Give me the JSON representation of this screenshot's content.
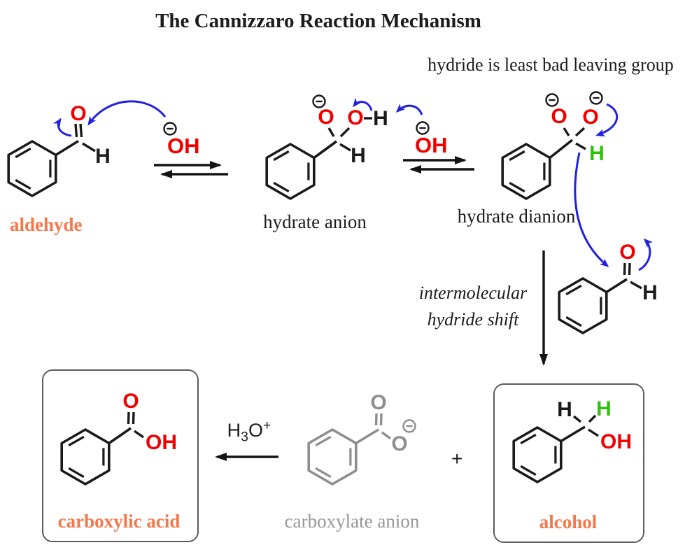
{
  "title": "The Cannizzaro Reaction Mechanism",
  "annotation": "hydride is least bad leaving group",
  "step": {
    "line1": "intermolecular",
    "line2": "hydride shift"
  },
  "plus": "+",
  "hydronium": {
    "h": "H",
    "sub": "3",
    "o": "O",
    "sup": "+"
  },
  "hydroxide": {
    "symbol": "OH",
    "charge_symbol": "⊖"
  },
  "colors": {
    "bond_black": "#1a1a1a",
    "oxygen_red": "#f20000",
    "hydride_green": "#2ec10c",
    "arrow_blue": "#2222de",
    "spectator_gray": "#8e8e8e",
    "label_orange": "#f4784b"
  },
  "molecules": {
    "aldehyde": {
      "name": "aldehyde",
      "atoms": {
        "o": "O",
        "h": "H"
      }
    },
    "hydrate_anion": {
      "name": "hydrate anion",
      "atoms": {
        "o1": "O",
        "o2": "O",
        "h_oh": "H",
        "h_c": "H"
      },
      "charge_symbol": "⊖"
    },
    "hydrate_dianion": {
      "name": "hydrate dianion",
      "atoms": {
        "o1": "O",
        "o2": "O",
        "h": "H"
      },
      "charge_symbol": "⊖"
    },
    "benzaldehyde2": {
      "atoms": {
        "o": "O",
        "h": "H"
      }
    },
    "carboxylic_acid": {
      "name": "carboxylic acid",
      "atoms": {
        "o": "O",
        "oh": "OH"
      }
    },
    "carboxylate_anion": {
      "name": "carboxylate anion",
      "atoms": {
        "o1": "O",
        "o2": "O"
      },
      "charge_symbol": "⊖"
    },
    "alcohol": {
      "name": "alcohol",
      "atoms": {
        "h1": "H",
        "h2": "H",
        "oh": "OH"
      }
    }
  }
}
